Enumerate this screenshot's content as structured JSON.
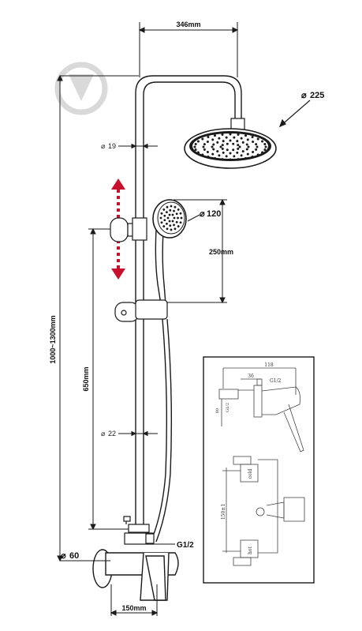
{
  "dimensions": {
    "rail_width": "346mm",
    "head_diameter": "225",
    "top_pipe_diameter": "19",
    "hand_shower_diameter": "120",
    "hand_offset": "250mm",
    "total_height": "1000~1300mm",
    "holder_height": "650mm",
    "lower_pipe_diameter": "22",
    "outlet_thread": "G1/2",
    "flange_diameter": "60",
    "centers": "150mm"
  },
  "detail_inset": {
    "width": "118",
    "offset": "36",
    "thread": "G1/2",
    "height_top": "80",
    "gap": "G1/2",
    "cold_label": "cold",
    "hot_label": "hot",
    "centers": "150±1"
  },
  "colors": {
    "arrow": "#c8102e",
    "line": "#1a1a1a",
    "watermark": "#d9d9d9"
  }
}
